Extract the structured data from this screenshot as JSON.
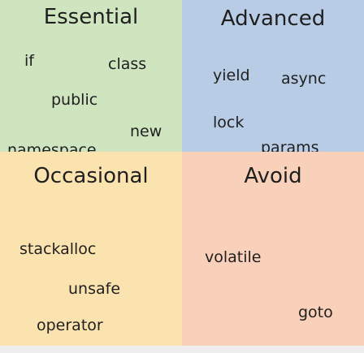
{
  "colors": {
    "essential": "#cfe5c0",
    "advanced": "#b8cce5",
    "occasional": "#fbe3b0",
    "avoid": "#f9d1ba",
    "strip": "#eeeeee"
  },
  "quadrants": {
    "essential": {
      "title": "Essential",
      "keywords": [
        "if",
        "class",
        "public",
        "new",
        "namespace"
      ]
    },
    "advanced": {
      "title": "Advanced",
      "keywords": [
        "yield",
        "async",
        "lock",
        "params"
      ]
    },
    "occasional": {
      "title": "Occasional",
      "keywords": [
        "stackalloc",
        "unsafe",
        "operator"
      ]
    },
    "avoid": {
      "title": "Avoid",
      "keywords": [
        "volatile",
        "goto"
      ]
    }
  }
}
